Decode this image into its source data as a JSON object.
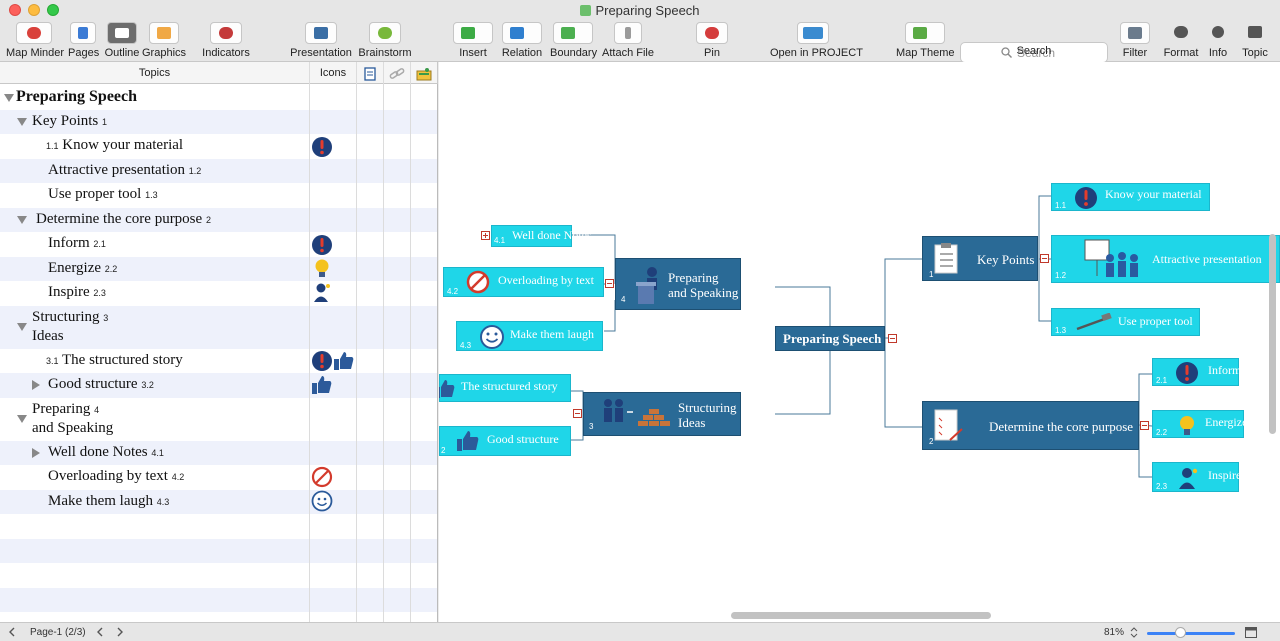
{
  "window": {
    "title": "Preparing Speech"
  },
  "toolbar": {
    "map_minder": "Map Minder",
    "pages": "Pages",
    "outline": "Outline",
    "graphics": "Graphics",
    "indicators": "Indicators",
    "presentation": "Presentation",
    "brainstorm": "Brainstorm",
    "insert": "Insert",
    "relation": "Relation",
    "boundary": "Boundary",
    "attach_file": "Attach File",
    "pin": "Pin",
    "open_in_project": "Open in PROJECT",
    "map_theme": "Map Theme",
    "search_label": "Search",
    "search_placeholder": "Search",
    "filter": "Filter",
    "format": "Format",
    "info": "Info",
    "topic": "Topic"
  },
  "outline": {
    "col_topics": "Topics",
    "col_icons": "Icons",
    "rows": [
      {
        "text": "Preparing Speech",
        "num": ""
      },
      {
        "text": "Key Points",
        "num": "1"
      },
      {
        "text": "Know your material",
        "num": "1.1"
      },
      {
        "text": "Attractive presentation",
        "num": "1.2"
      },
      {
        "text": "Use proper tool",
        "num": "1.3"
      },
      {
        "text": "Determine the core purpose",
        "num": "2"
      },
      {
        "text": "Inform",
        "num": "2.1"
      },
      {
        "text": "Energize",
        "num": "2.2"
      },
      {
        "text": "Inspire",
        "num": "2.3"
      },
      {
        "text": "Structuring",
        "text2": "Ideas",
        "num": "3"
      },
      {
        "text": "The structured story",
        "num": "3.1"
      },
      {
        "text": "Good structure",
        "num": "3.2"
      },
      {
        "text": "Preparing",
        "text2": "and Speaking",
        "num": "4"
      },
      {
        "text": "Well done Notes",
        "num": "4.1"
      },
      {
        "text": "Overloading by text",
        "num": "4.2"
      },
      {
        "text": "Make them laugh",
        "num": "4.3"
      }
    ]
  },
  "map": {
    "central": "Preparing Speech",
    "key_points": {
      "label": "Key Points",
      "num": "1"
    },
    "know": {
      "label": "Know your material",
      "num": "1.1"
    },
    "attractive": {
      "label": "Attractive presentation",
      "num": "1.2"
    },
    "tool": {
      "label": "Use proper tool",
      "num": "1.3"
    },
    "core": {
      "label": "Determine the core purpose",
      "num": "2"
    },
    "inform": {
      "label": "Inform",
      "num": "2.1"
    },
    "energize": {
      "label": "Energize",
      "num": "2.2"
    },
    "inspire": {
      "label": "Inspire",
      "num": "2.3"
    },
    "structuring": {
      "label1": "Structuring",
      "label2": "Ideas",
      "num": "3"
    },
    "story": {
      "label": "The structured story",
      "num": ""
    },
    "good": {
      "label": "Good structure",
      "num": "2"
    },
    "preparing": {
      "label1": "Preparing",
      "label2": "and Speaking",
      "num": "4"
    },
    "notes": {
      "label": "Well done Notes",
      "num": "4.1"
    },
    "overloading": {
      "label": "Overloading by text",
      "num": "4.2"
    },
    "laugh": {
      "label": "Make them laugh",
      "num": "4.3"
    }
  },
  "status": {
    "page": "Page-1 (2/3)",
    "zoom": "81%"
  },
  "colors": {
    "node_cyan": "#1fd6e8",
    "node_dark": "#2a6a96",
    "alt_row": "#eef1fb"
  }
}
